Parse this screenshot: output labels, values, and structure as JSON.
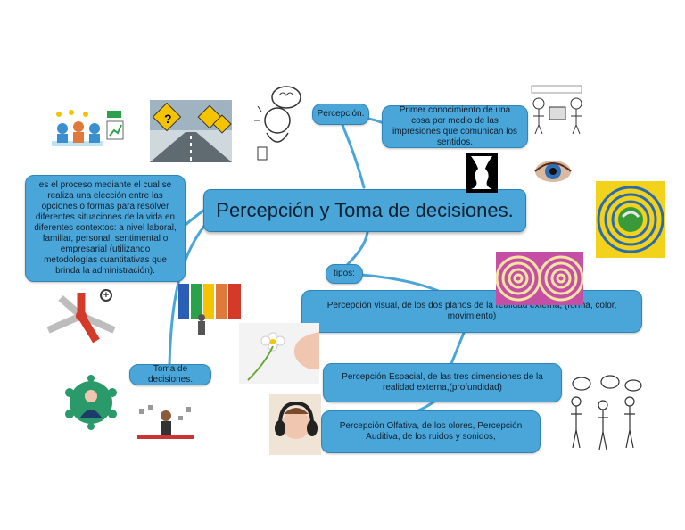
{
  "central": {
    "title": "Percepción y Toma de decisiones."
  },
  "nodes": {
    "percepcion": "Percepción.",
    "percepcion_def": "Primer conocimiento de una cosa por medio de las impresiones que comunican los sentidos.",
    "decision_def": "es el proceso mediante el cual se realiza una elección entre las opciones o formas para resolver diferentes situaciones de la vida en diferentes contextos: a nivel laboral, familiar, personal, sentimental o empresarial (utilizando metodologías cuantitativas que brinda la administración).",
    "tipos": "tipos:",
    "visual": "Percepción visual, de los dos planos de la realidad externa, (forma, color, movimiento)",
    "espacial": "Percepción Espacial, de las tres dimensiones de la realidad externa,(profundidad)",
    "olfativa": "Percepción Olfativa, de los olores, Percepción Auditiva, de los ruidos y sonidos,",
    "toma": "Toma de decisiones."
  },
  "colors": {
    "node_fill": "#4aa6d9",
    "node_border": "#2f86b6",
    "connector": "#4aa6d9",
    "text": "#0d2030"
  },
  "icons": [
    "meeting-illustration",
    "road-signs-illustration",
    "brain-thinking-illustration",
    "comic-strip-illustration",
    "vase-illusion-icon",
    "eye-illustration",
    "optical-illusion-image",
    "spiral-illusion-image",
    "arrows-choice-icon",
    "doors-choice-illustration",
    "smelling-flower-illustration",
    "businessman-icon",
    "juggling-woman-illustration",
    "headphones-girl-illustration",
    "people-silhouettes-illustration",
    "add-icon"
  ]
}
